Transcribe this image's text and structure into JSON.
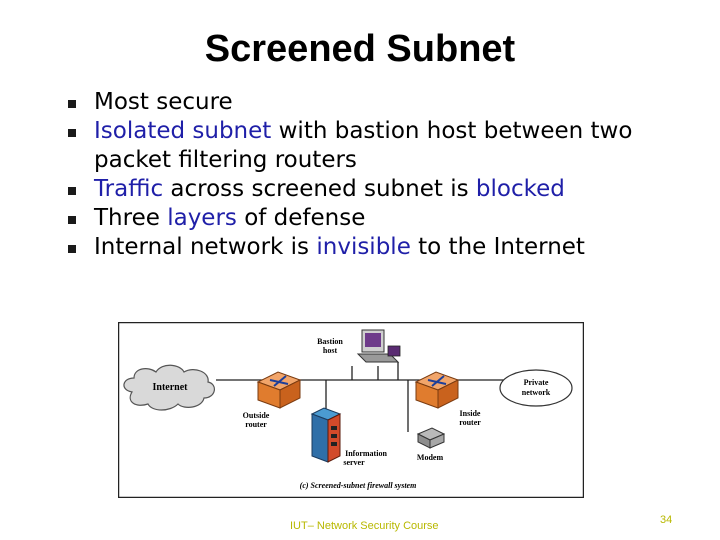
{
  "slide": {
    "title": "Screened Subnet",
    "bullets": [
      {
        "text": "Most secure"
      },
      {
        "hl": "Isolated subnet",
        "rest": " with bastion host between two packet filtering routers"
      },
      {
        "hl": "Traffic",
        "mid": " across screened subnet is ",
        "hl2": "blocked"
      },
      {
        "pre": "Three ",
        "hl": "layers",
        "rest": " of defense"
      },
      {
        "pre": "Internal network is ",
        "hl": "invisible",
        "rest": " to the Internet"
      }
    ],
    "footer": "IUT– Network Security Course",
    "page_number": "34"
  },
  "figure": {
    "internet": "Internet",
    "bastion_line1": "Bastion",
    "bastion_line2": "host",
    "private_line1": "Private",
    "private_line2": "network",
    "outside_line1": "Outside",
    "outside_line2": "router",
    "inside_line1": "Inside",
    "inside_line2": "router",
    "info_line1": "Information",
    "info_line2": "server",
    "modem": "Modem",
    "caption": "(c) Screened-subnet firewall system"
  },
  "colors": {
    "highlight": "#1f1fa8",
    "footer": "#b8b800",
    "router": "#e8823a"
  }
}
